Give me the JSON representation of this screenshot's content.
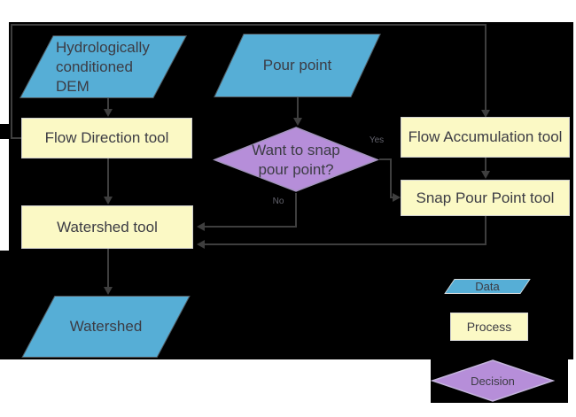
{
  "colors": {
    "canvas": "#000000",
    "data_fill": "#56aed6",
    "process_fill": "#fbf9c5",
    "decision_fill": "#b68ed9",
    "connector": "#3e3e3e",
    "shape_text": "#3c3c44",
    "branch_label": "#62626c"
  },
  "nodes": {
    "dem": "Hydrologically conditioned DEM",
    "pour_point": "Pour point",
    "flow_direction": "Flow Direction tool",
    "flow_accumulation": "Flow Accumulation tool",
    "snap_pour_point": "Snap Pour Point tool",
    "decision": "Want to snap pour point?",
    "watershed_tool": "Watershed tool",
    "watershed": "Watershed"
  },
  "branches": {
    "yes": "Yes",
    "no": "No"
  },
  "legend": {
    "data": "Data",
    "process": "Process",
    "decision": "Decision"
  }
}
